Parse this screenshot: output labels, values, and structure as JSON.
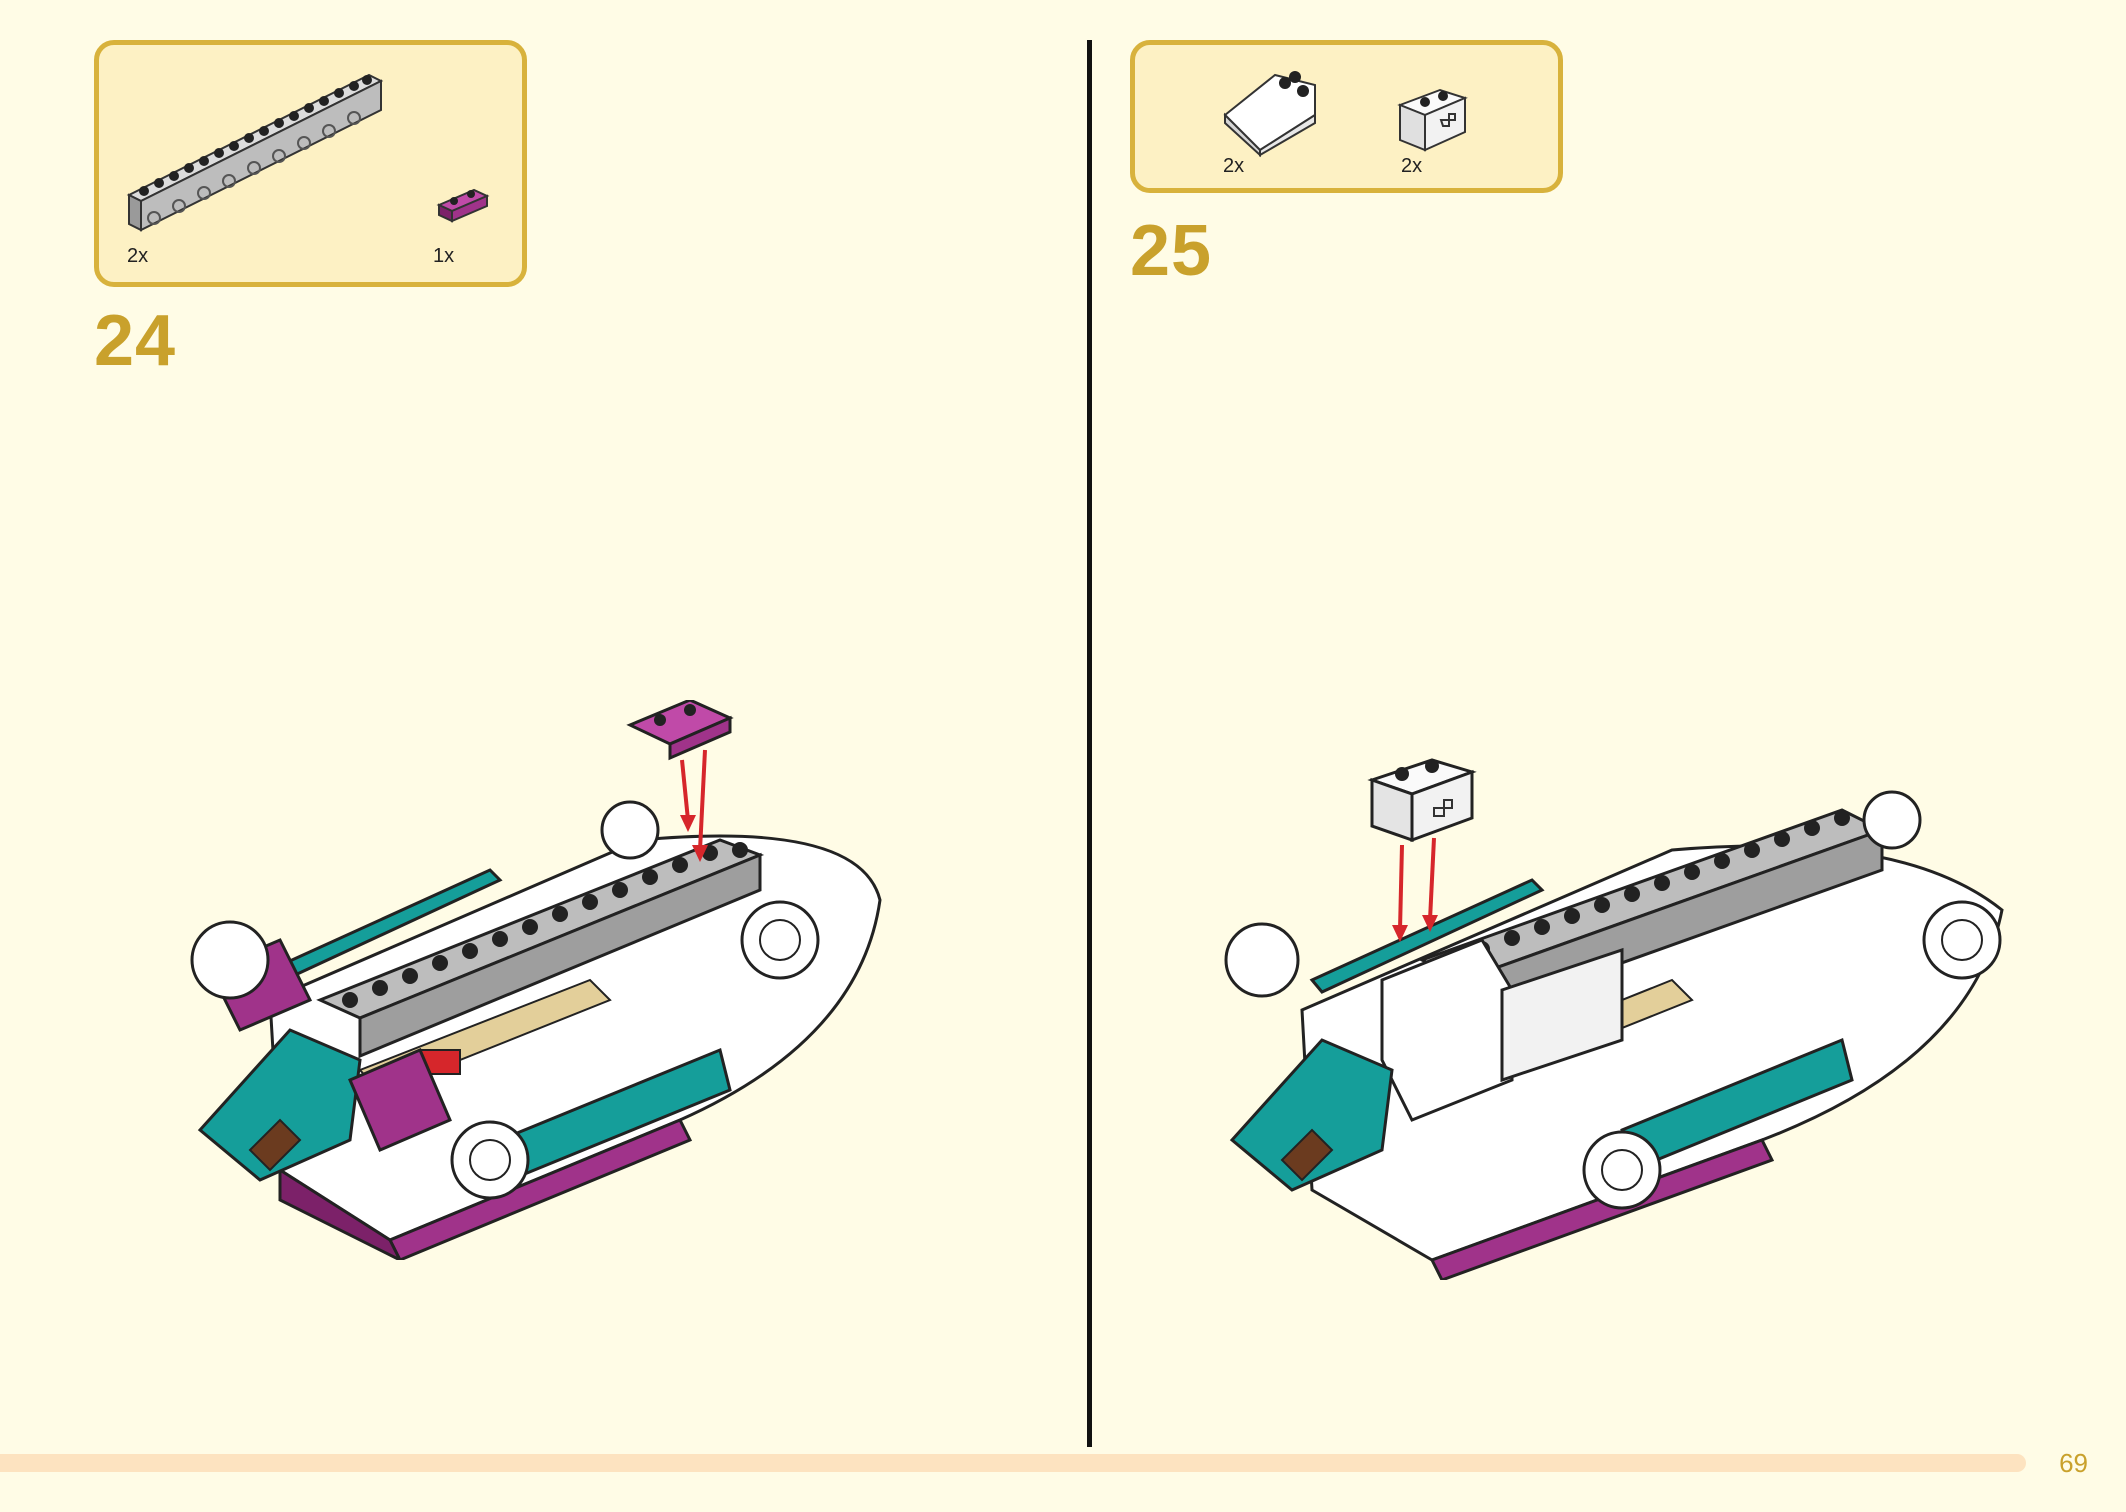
{
  "steps": [
    {
      "number": "24",
      "parts": [
        {
          "name": "light-gray-technic-brick-1x16",
          "qty": "2x",
          "color": "#b5b5b5"
        },
        {
          "name": "magenta-plate-1x2",
          "qty": "1x",
          "color": "#a0338a"
        }
      ]
    },
    {
      "number": "25",
      "parts": [
        {
          "name": "white-slope-2x2",
          "qty": "2x",
          "color": "#f4f4f4"
        },
        {
          "name": "white-brick-1x2-axle-hole",
          "qty": "2x",
          "color": "#f4f4f4"
        }
      ]
    }
  ],
  "colors": {
    "background": "#fffce6",
    "box_fill": "#fdf1c4",
    "box_border": "#d8b23c",
    "accent": "#c9a12c",
    "teal": "#159e9a",
    "magenta": "#a0338a",
    "arrow": "#d6262b"
  },
  "page": {
    "number": "69"
  }
}
